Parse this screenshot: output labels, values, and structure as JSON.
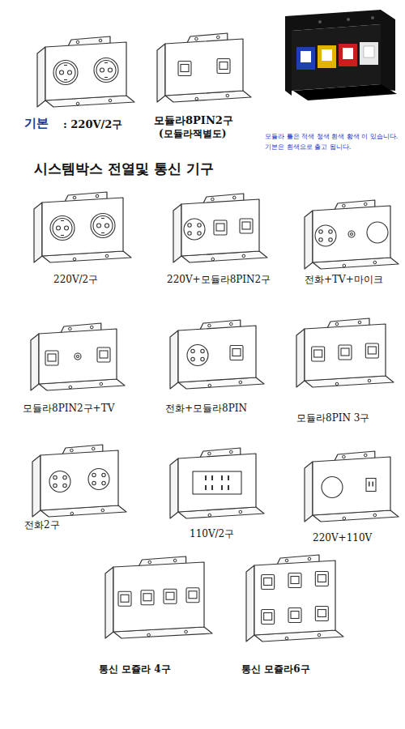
{
  "diagram": {
    "title": "시스템박스 전열및 통신 기구",
    "labels": [
      "기본",
      ": 220V/2구",
      "모듈라8PIN2구",
      "(모듈라잭별도)",
      "모듈라 틀은  적색 청색 흰색 황색 이 있습니다.",
      "기본은  흰색으로 출고 됩니다.",
      "220V/2구",
      "220V+모듈라8PIN2구",
      "전화+TV+마이크",
      "모듈라8PIN2구+TV",
      "전화+모듈라8PIN",
      "모듈라8PIN 3구",
      "전화2구",
      "110V/2구",
      "220V+110V",
      "통신 모쥴라 4구",
      "통신  모쥴라6구"
    ]
  }
}
